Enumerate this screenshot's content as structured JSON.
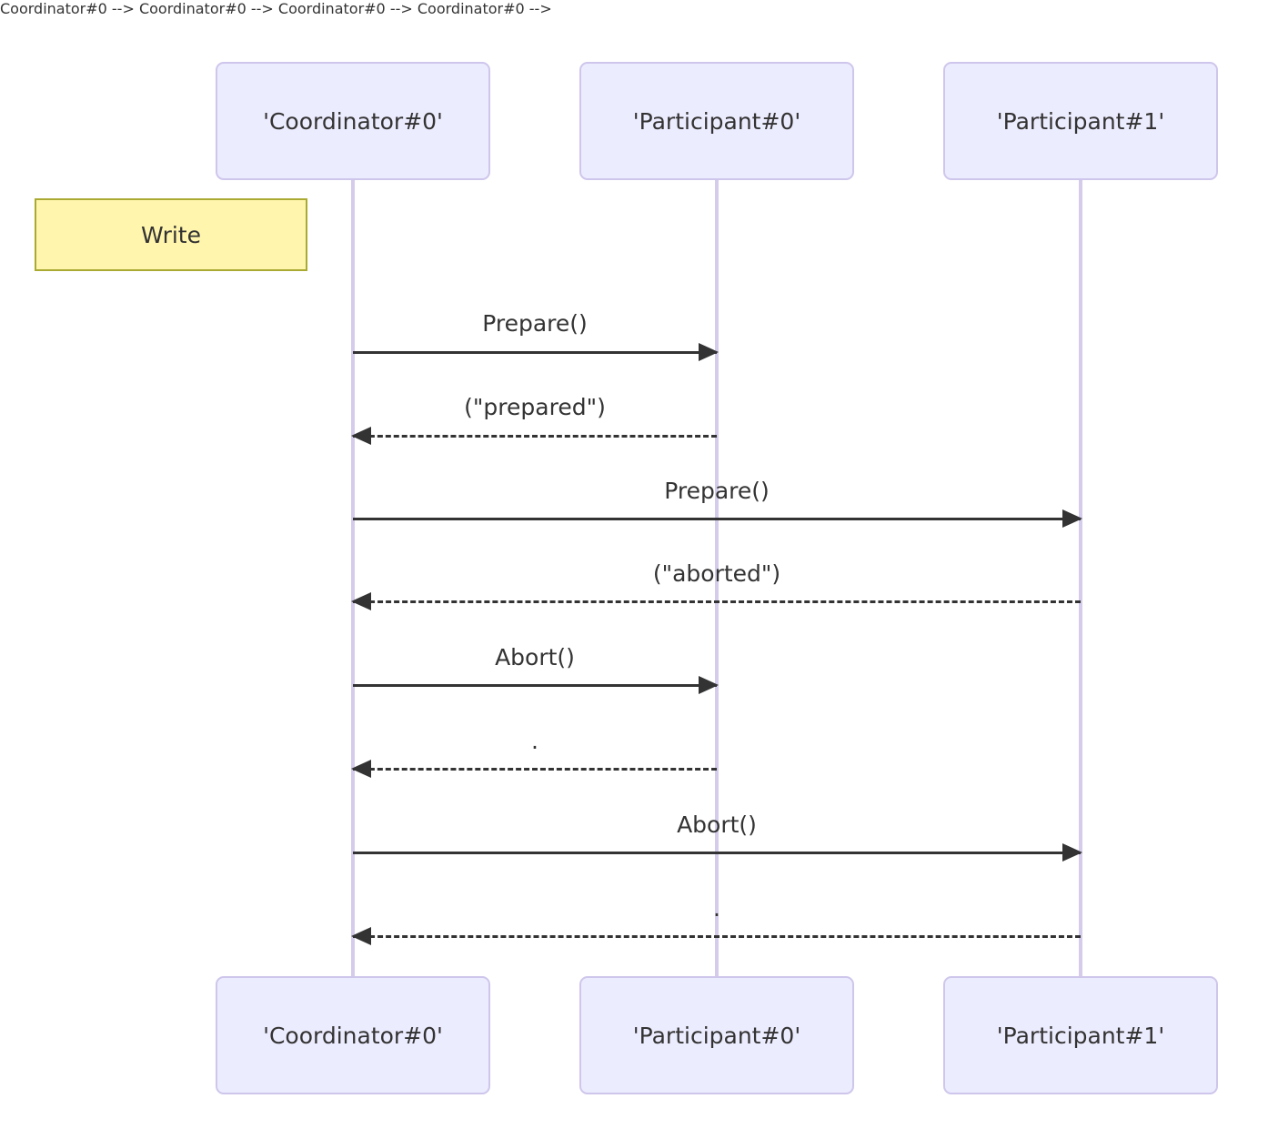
{
  "diagram": {
    "type": "sequence-diagram",
    "actors": [
      {
        "name": "'Coordinator#0'"
      },
      {
        "name": "'Participant#0'"
      },
      {
        "name": "'Participant#1'"
      }
    ],
    "note": {
      "label": "Write",
      "position": "left of 'Coordinator#0'"
    },
    "messages": [
      {
        "from": "'Coordinator#0'",
        "to": "'Participant#0'",
        "label": "Prepare()",
        "style": "solid"
      },
      {
        "from": "'Participant#0'",
        "to": "'Coordinator#0'",
        "label": "(\"prepared\")",
        "style": "dashed"
      },
      {
        "from": "'Coordinator#0'",
        "to": "'Participant#1'",
        "label": "Prepare()",
        "style": "solid"
      },
      {
        "from": "'Participant#1'",
        "to": "'Coordinator#0'",
        "label": "(\"aborted\")",
        "style": "dashed"
      },
      {
        "from": "'Coordinator#0'",
        "to": "'Participant#0'",
        "label": "Abort()",
        "style": "solid"
      },
      {
        "from": "'Participant#0'",
        "to": "'Coordinator#0'",
        "label": ".",
        "style": "dashed"
      },
      {
        "from": "'Coordinator#0'",
        "to": "'Participant#1'",
        "label": "Abort()",
        "style": "solid"
      },
      {
        "from": "'Participant#1'",
        "to": "'Coordinator#0'",
        "label": ".",
        "style": "dashed"
      }
    ],
    "colors": {
      "actor_fill": "#ECECFF",
      "actor_border": "#CFC6EB",
      "lifeline": "#D5CCEC",
      "note_fill": "#FFF5AD",
      "note_border": "#AAAA33",
      "signal": "#333333",
      "text": "#333333"
    }
  }
}
